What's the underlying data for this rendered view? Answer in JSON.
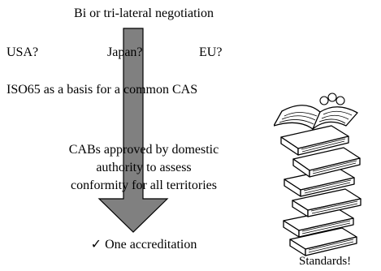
{
  "title": "Bi or tri-lateral negotiation",
  "regions": {
    "usa": "USA?",
    "japan": "Japan?",
    "eu": "EU?"
  },
  "basis": "ISO65 as a basis for a common CAS",
  "cabs": {
    "line1": "CABs approved by domestic",
    "line2": "authority to assess",
    "line3": "conformity for all territories"
  },
  "outcome": "✓ One accreditation",
  "stack_label": "Standards!",
  "colors": {
    "arrow_fill": "#808080",
    "arrow_stroke": "#000000",
    "stack_stroke": "#000000"
  },
  "icons": {
    "arrow": "down-arrow",
    "stack": "book-stack-icon"
  }
}
